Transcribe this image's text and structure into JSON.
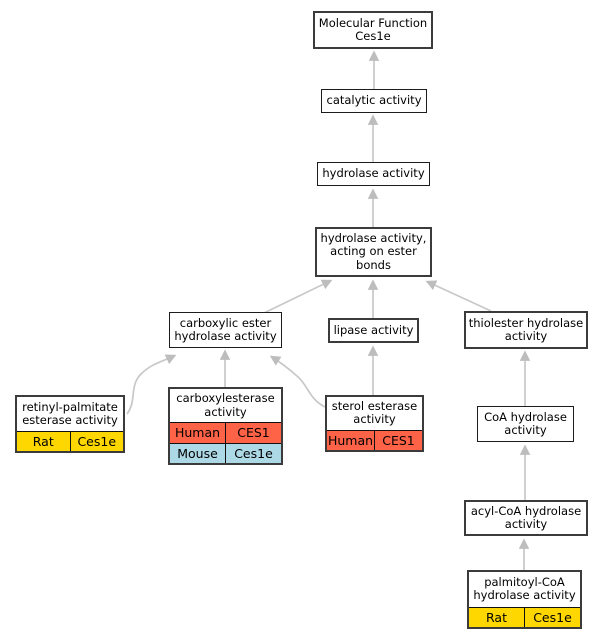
{
  "colors": {
    "annotation_gold": "#FFD700",
    "annotation_tomato": "#FF6347",
    "annotation_lightblue": "#ADD8E6",
    "edge_gray": "#C8C8C8"
  },
  "nodes": {
    "root": {
      "label": "Molecular Function\nCes1e"
    },
    "catalytic": {
      "label": "catalytic activity"
    },
    "hydrolase": {
      "label": "hydrolase activity"
    },
    "ester_bonds": {
      "label": "hydrolase activity,\nacting on ester\nbonds"
    },
    "carboxylic_ester": {
      "label": "carboxylic ester\nhydrolase activity"
    },
    "lipase": {
      "label": "lipase activity"
    },
    "thiolester": {
      "label": "thiolester hydrolase\nactivity"
    },
    "retinyl_palmitate": {
      "label": "retinyl-palmitate\nesterase activity",
      "annotations": [
        {
          "species": "Rat",
          "gene": "Ces1e",
          "color": "#FFD700"
        }
      ]
    },
    "carboxylesterase": {
      "label": "carboxylesterase\nactivity",
      "annotations": [
        {
          "species": "Human",
          "gene": "CES1",
          "color": "#FF6347"
        },
        {
          "species": "Mouse",
          "gene": "Ces1e",
          "color": "#ADD8E6"
        }
      ]
    },
    "sterol_esterase": {
      "label": "sterol esterase\nactivity",
      "annotations": [
        {
          "species": "Human",
          "gene": "CES1",
          "color": "#FF6347"
        }
      ]
    },
    "coa_hydrolase": {
      "label": "CoA hydrolase\nactivity"
    },
    "acyl_coa": {
      "label": "acyl-CoA hydrolase\nactivity"
    },
    "palmitoyl_coa": {
      "label": "palmitoyl-CoA\nhydrolase activity",
      "annotations": [
        {
          "species": "Rat",
          "gene": "Ces1e",
          "color": "#FFD700"
        }
      ]
    }
  }
}
